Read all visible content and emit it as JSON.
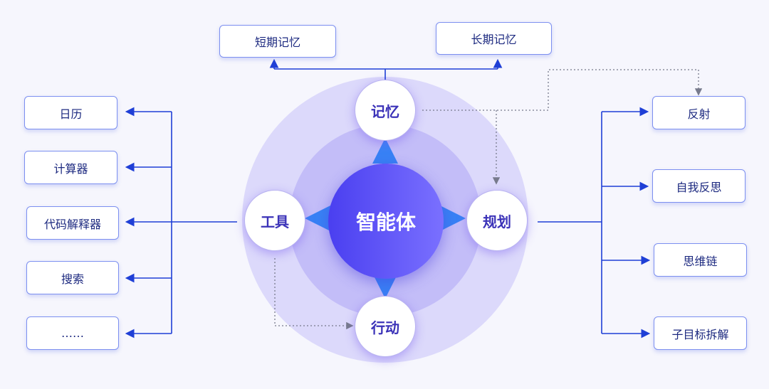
{
  "center": {
    "label": "智能体"
  },
  "nodes": {
    "memory": "记忆",
    "tools": "工具",
    "planning": "规划",
    "action": "行动"
  },
  "memory_items": [
    "短期记忆",
    "长期记忆"
  ],
  "tool_items": [
    "日历",
    "计算器",
    "代码解释器",
    "搜索",
    "……"
  ],
  "planning_items": [
    "反射",
    "自我反思",
    "思维链",
    "子目标拆解"
  ],
  "colors": {
    "line": "#1f3fd6",
    "dotted": "#777a8c",
    "core": "#5a4ff5",
    "node_text": "#3b32b8"
  }
}
